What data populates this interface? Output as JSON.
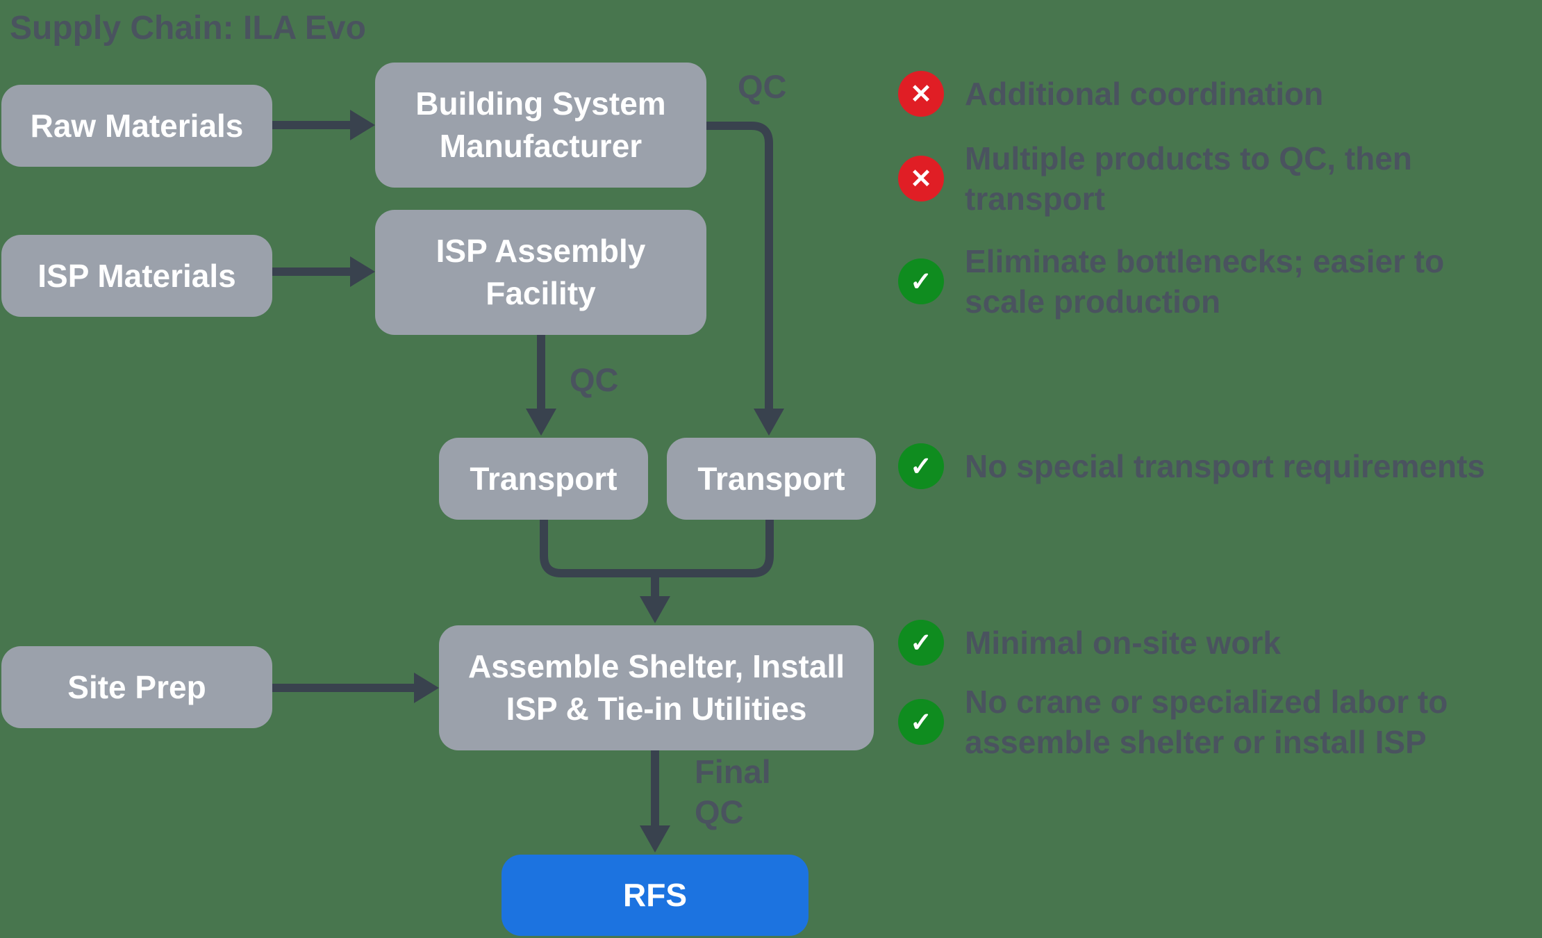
{
  "title": "Supply Chain: ILA Evo",
  "colors": {
    "background": "#48764E",
    "node_gray": "#9BA1AB",
    "node_blue": "#1C73E0",
    "connector": "#39424E",
    "text_dark": "#4A535F",
    "badge_red": "#E01E25",
    "badge_green": "#0F8C1F"
  },
  "nodes": {
    "raw_materials": {
      "label": "Raw Materials"
    },
    "isp_materials": {
      "label": "ISP Materials"
    },
    "site_prep": {
      "label": "Site Prep"
    },
    "building_system_manufacturer": {
      "label": "Building System\nManufacturer"
    },
    "isp_assembly_facility": {
      "label": "ISP Assembly\nFacility"
    },
    "transport_left": {
      "label": "Transport"
    },
    "transport_right": {
      "label": "Transport"
    },
    "assemble_shelter": {
      "label": "Assemble Shelter, Install\nISP & Tie-in Utilities"
    },
    "rfs": {
      "label": "RFS"
    }
  },
  "edge_labels": {
    "qc_top": "QC",
    "qc_mid": "QC",
    "final_qc": "Final\nQC"
  },
  "icon_glyphs": {
    "negative": "✕",
    "positive": "✓"
  },
  "annotations": [
    {
      "type": "negative",
      "text": "Additional coordination"
    },
    {
      "type": "negative",
      "text": "Multiple products to QC, then\ntransport"
    },
    {
      "type": "positive",
      "text": "Eliminate bottlenecks; easier to\nscale production"
    },
    {
      "type": "positive",
      "text": "No special transport requirements"
    },
    {
      "type": "positive",
      "text": "Minimal on-site work"
    },
    {
      "type": "positive",
      "text": "No crane or specialized labor to\nassemble shelter or install ISP"
    }
  ]
}
